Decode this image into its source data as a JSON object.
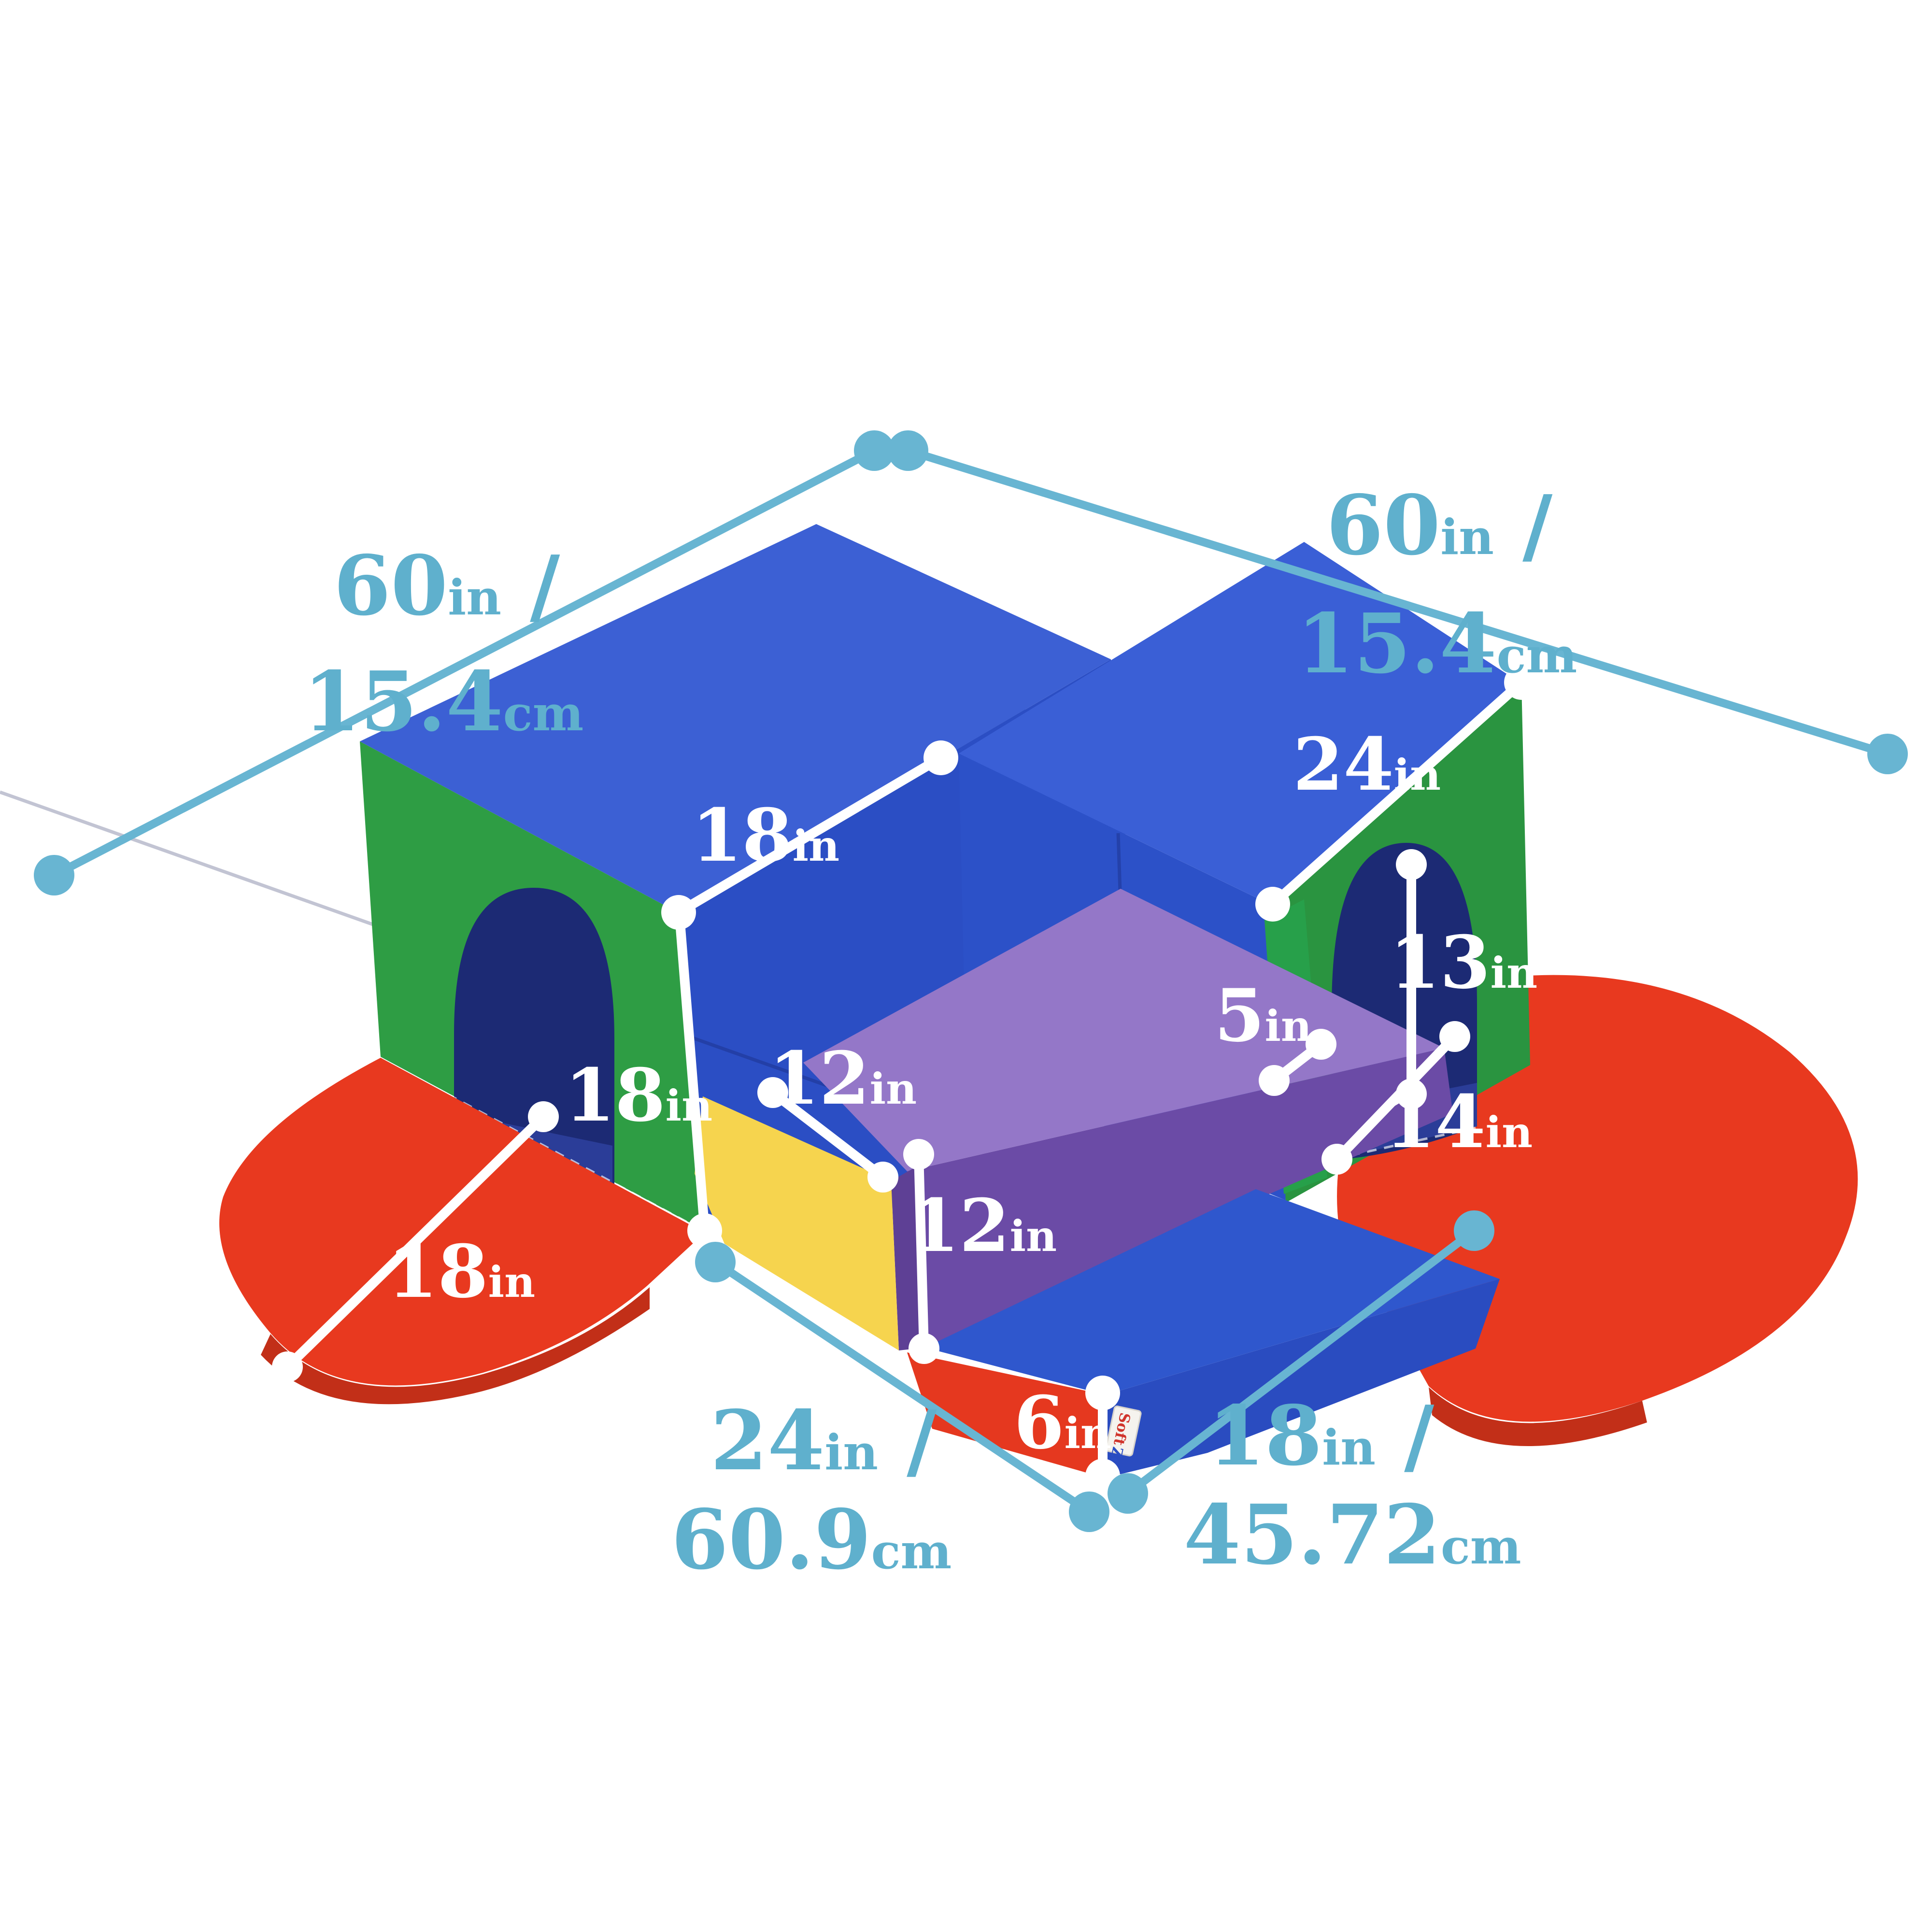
{
  "figure": {
    "kind": "product-dimension-diagram",
    "subject": "soft foam corner tunnel climber play set",
    "background": "#ffffff"
  },
  "palette": {
    "teal_line": "#68b5d2",
    "teal_text": "#5fb0cd",
    "white": "#ffffff",
    "blue_top": "#3c60d4",
    "blue_face": "#2c50c6",
    "navy_interior": "#1c2a74",
    "green": "#2e9d44",
    "red": "#e8391f",
    "purple_light": "#9477c8",
    "purple_dark": "#6b4ba6",
    "yellow": "#f6d44e"
  },
  "overall": {
    "left": {
      "num": "60",
      "unit": "in",
      "slash": " /",
      "num2": "15.4",
      "unit2": "cm"
    },
    "right": {
      "num": "60",
      "unit": "in",
      "slash": " /",
      "num2": "15.4",
      "unit2": "cm"
    },
    "bottom_left": {
      "num": "24",
      "unit": "in",
      "slash": " /",
      "num2": "60.9",
      "unit2": "cm"
    },
    "bottom_right": {
      "num": "18",
      "unit": "in",
      "slash": " /",
      "num2": "45.72",
      "unit2": "cm"
    }
  },
  "parts": {
    "left_top": {
      "num": "18",
      "unit": "in"
    },
    "left_height": {
      "num": "18",
      "unit": "in"
    },
    "right_top": {
      "num": "24",
      "unit": "in"
    },
    "arch_height": {
      "num": "13",
      "unit": "in"
    },
    "wall_width": {
      "num": "5",
      "unit": "in"
    },
    "floor_width": {
      "num": "14",
      "unit": "in"
    },
    "platform_top": {
      "num": "12",
      "unit": "in"
    },
    "platform_height": {
      "num": "12",
      "unit": "in"
    },
    "step_height": {
      "num": "6",
      "unit": "in"
    },
    "mat_width": {
      "num": "18",
      "unit": "in"
    }
  },
  "tag": {
    "word1": "Soft",
    "word2": "Zone"
  }
}
